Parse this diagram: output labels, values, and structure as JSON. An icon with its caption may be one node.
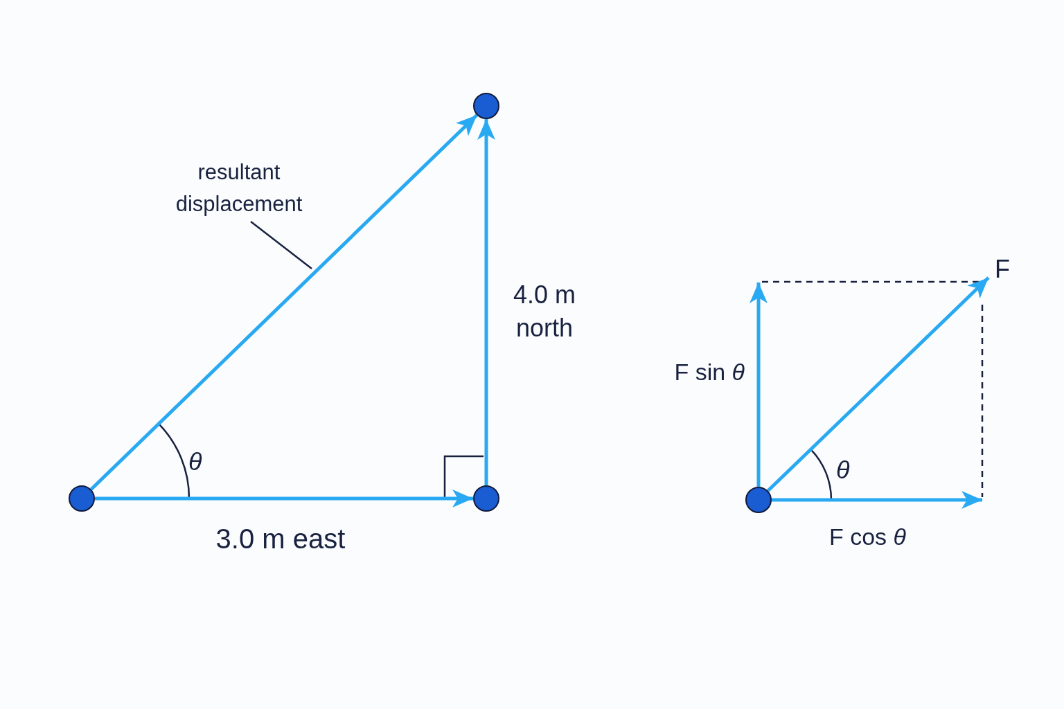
{
  "diagram": {
    "nodes": [
      {
        "text": [],
        "shape": "circle"
      },
      {
        "text": [],
        "shape": "circle"
      },
      {
        "text": [],
        "shape": "circle"
      },
      {
        "text": [
          "resultant displacement"
        ]
      },
      {
        "text": [],
        "shape": "circle"
      }
    ],
    "edges": [
      {
        "from": 0,
        "to": 1,
        "arrow": "to",
        "label": "3.0 m east"
      },
      {
        "from": 1,
        "to": 2,
        "arrow": "to",
        "label": "4.0 m north"
      },
      {
        "from": 0,
        "to": 2,
        "arrow": "to"
      },
      {
        "from": 3,
        "to": null,
        "arrow": "none",
        "color": "#18223f"
      },
      {
        "from": 4,
        "to": null,
        "arrow": "to",
        "label": "F"
      },
      {
        "from": 4,
        "to": null,
        "arrow": "to",
        "label": "F sin *θ*"
      },
      {
        "from": 4,
        "to": null,
        "arrow": "to",
        "label": "F cos *θ*"
      }
    ],
    "labels": [
      "θ",
      "θ"
    ]
  }
}
